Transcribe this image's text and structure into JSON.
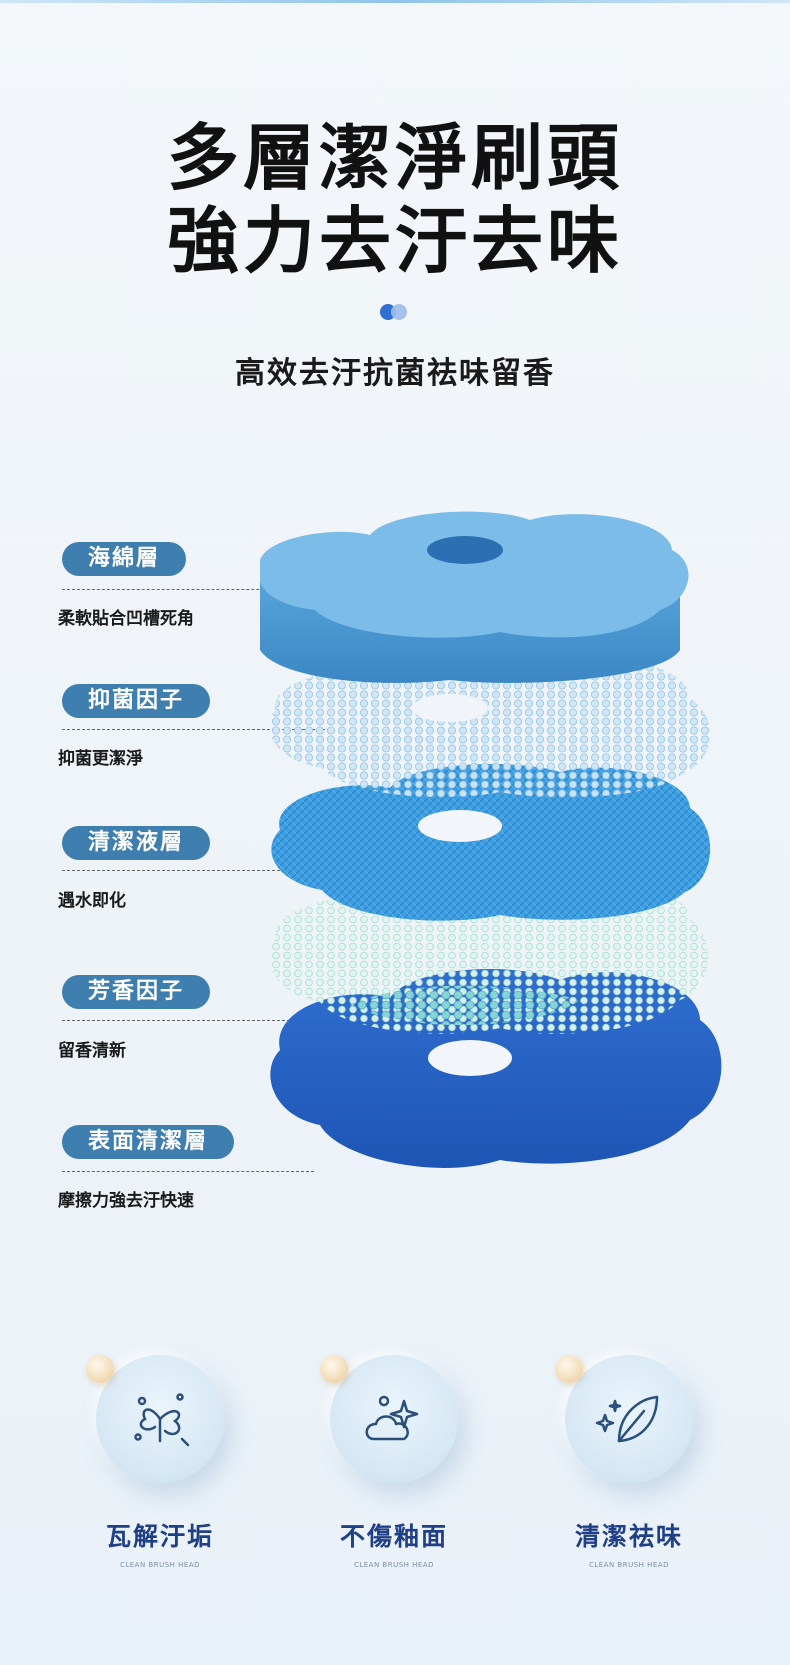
{
  "header": {
    "title_line1": "多層潔淨刷頭",
    "title_line2": "強力去汙去味",
    "subtitle": "高效去汙抗菌祛味留香"
  },
  "layers": [
    {
      "label": "海綿層",
      "desc": "柔軟貼合凹槽死角"
    },
    {
      "label": "抑菌因子",
      "desc": "抑菌更潔淨"
    },
    {
      "label": "清潔液層",
      "desc": "遇水即化"
    },
    {
      "label": "芳香因子",
      "desc": "留香清新"
    },
    {
      "label": "表面清潔層",
      "desc": "摩擦力強去汙快速"
    }
  ],
  "features": [
    {
      "title": "瓦解汙垢",
      "subtitle": "CLEAN BRUSH HEAD",
      "icon": "splash-icon"
    },
    {
      "title": "不傷釉面",
      "subtitle": "CLEAN BRUSH HEAD",
      "icon": "sparkle-bubble-icon"
    },
    {
      "title": "清潔祛味",
      "subtitle": "CLEAN BRUSH HEAD",
      "icon": "leaf-sparkle-icon"
    }
  ],
  "colors": {
    "label_bg": "#3f7fb0",
    "feature_title": "#1f3f86",
    "sponge": "#5aa6dc",
    "liquid_layer": "#3b9ee0",
    "surface_layer": "#2a63c4"
  }
}
